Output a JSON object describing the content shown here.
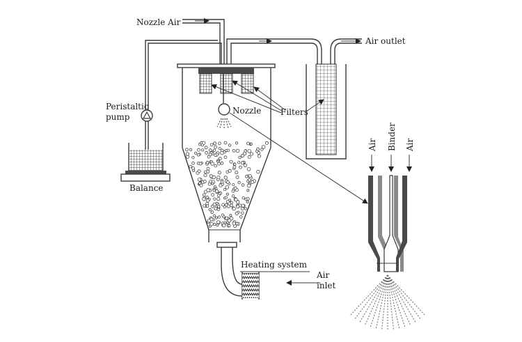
{
  "labels": {
    "nozzle_air": "Nozzle Air",
    "air_outlet": "Air outlet",
    "peristaltic_line1": "Peristaltic",
    "peristaltic_line2": "pump",
    "nozzle": "Nozzle",
    "filters": "Filters",
    "balance": "Balance",
    "heating_system": "Heating system",
    "air_inlet_line1": "Air",
    "air_inlet_line2": "inlet",
    "detail_air_left": "Air",
    "detail_binder": "Binder",
    "detail_air_right": "Air"
  },
  "colors": {
    "line": "#3a3a3a",
    "dark_fill": "#4a4a4a",
    "mid_fill": "#8a8a8a",
    "background": "#ffffff"
  }
}
